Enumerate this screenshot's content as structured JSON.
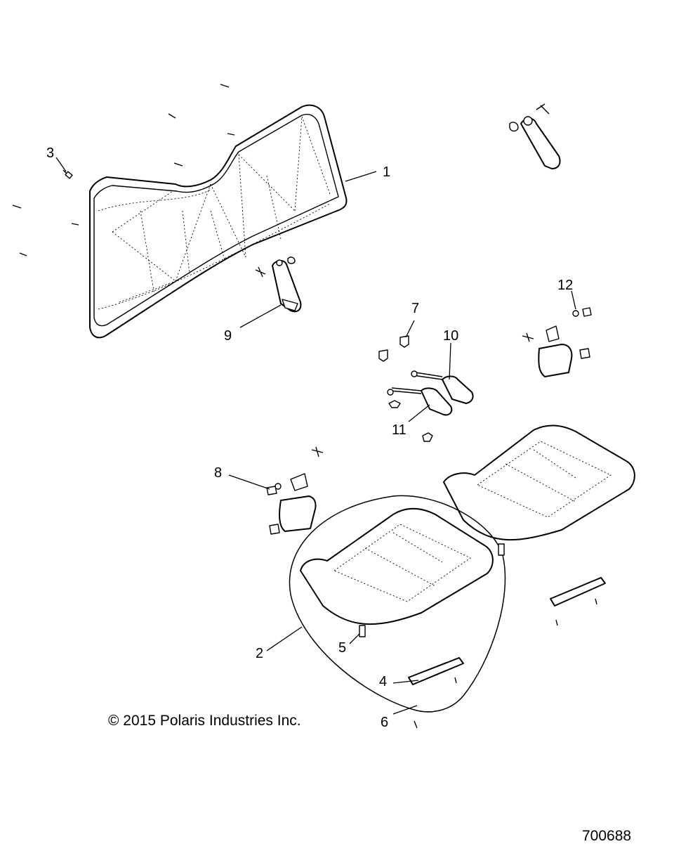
{
  "callouts": {
    "c1": "1",
    "c2": "2",
    "c3": "3",
    "c4": "4",
    "c5": "5",
    "c6": "6",
    "c7": "7",
    "c8": "8",
    "c9": "9",
    "c10": "10",
    "c11": "11",
    "c12": "12"
  },
  "copyright": "© 2015 Polaris Industries Inc.",
  "drawing_number": "700688"
}
